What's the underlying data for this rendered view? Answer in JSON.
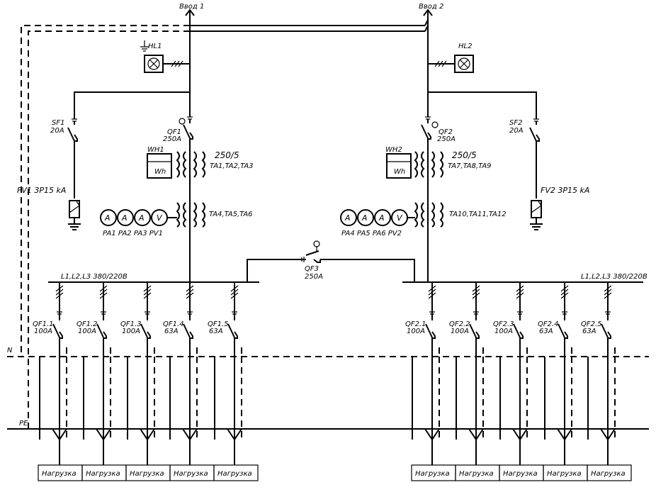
{
  "inputs": [
    {
      "label": "Ввод 1",
      "lamp": "HL1",
      "breaker": "QF1",
      "breaker_rating": "250A",
      "meter": "WH1",
      "meter_symbol": "Wh",
      "ct_ratio": "250/5",
      "ct_group1": "TA1,TA2,TA3",
      "ct_group2": "TA4,TA5,TA6",
      "instruments": [
        "A",
        "A",
        "A",
        "V"
      ],
      "instrument_labels": "PA1 PA2 PA3 PV1",
      "aux_breaker": "SF1",
      "aux_rating": "20A",
      "surge": "FV1 3P15 kA"
    },
    {
      "label": "Ввод 2",
      "lamp": "HL2",
      "breaker": "QF2",
      "breaker_rating": "250A",
      "meter": "WH2",
      "meter_symbol": "Wh",
      "ct_ratio": "250/5",
      "ct_group1": "TA7,TA8,TA9",
      "ct_group2": "TA10,TA11,TA12",
      "instruments": [
        "A",
        "A",
        "A",
        "V"
      ],
      "instrument_labels": "PA4 PA5 PA6 PV2",
      "aux_breaker": "SF2",
      "aux_rating": "20A",
      "surge": "FV2 3P15 kA"
    }
  ],
  "tie_breaker": {
    "name": "QF3",
    "rating": "250A"
  },
  "busbars": [
    {
      "label": "L1,L2,L3 380/220B"
    },
    {
      "label": "L1,L2,L3 380/220B"
    }
  ],
  "neutral_label": "N",
  "pe_label": "PE",
  "feeders_left": [
    {
      "name": "QF1.1",
      "rating": "100A",
      "load": "Нагрузка"
    },
    {
      "name": "QF1.2",
      "rating": "100A",
      "load": "Нагрузка"
    },
    {
      "name": "QF1.3",
      "rating": "100A",
      "load": "Нагрузка"
    },
    {
      "name": "QF1.4",
      "rating": "63A",
      "load": "Нагрузка"
    },
    {
      "name": "QF1.5",
      "rating": "63A",
      "load": "Нагрузка"
    }
  ],
  "feeders_right": [
    {
      "name": "QF2.1",
      "rating": "100A",
      "load": "Нагрузка"
    },
    {
      "name": "QF2.2",
      "rating": "100A",
      "load": "Нагрузка"
    },
    {
      "name": "QF2.3",
      "rating": "100A",
      "load": "Нагрузка"
    },
    {
      "name": "QF2.4",
      "rating": "63A",
      "load": "Нагрузка"
    },
    {
      "name": "QF2.5",
      "rating": "63A",
      "load": "Нагрузка"
    }
  ]
}
